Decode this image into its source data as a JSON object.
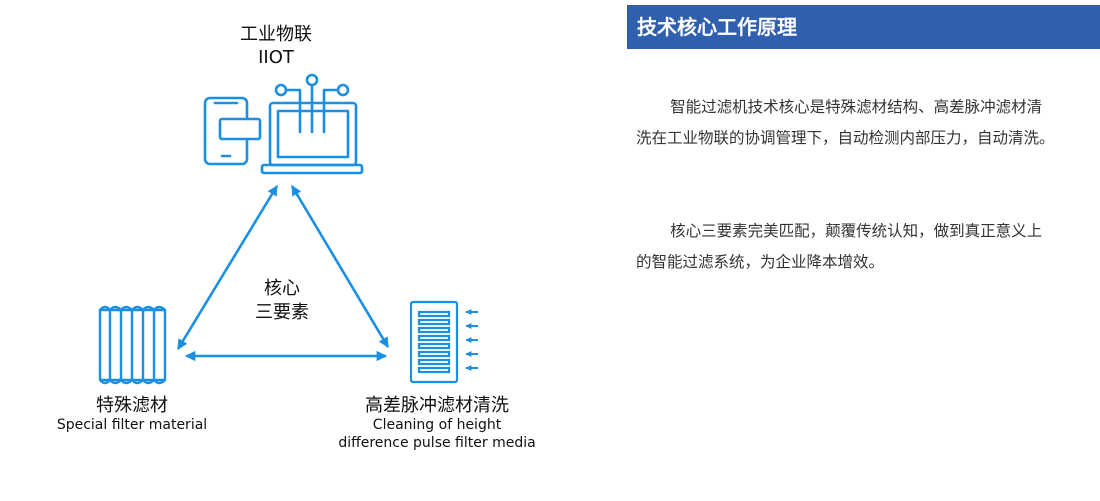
{
  "diagram": {
    "iiot": {
      "label_cn": "工业物联",
      "label_en": "IIOT"
    },
    "filter": {
      "label_cn": "特殊滤材",
      "label_en": "Special filter material"
    },
    "pulse": {
      "label_cn": "高差脉冲滤材清洗",
      "label_en_line1": "Cleaning of height",
      "label_en_line2": "difference pulse filter media"
    },
    "core": {
      "line1": "核心",
      "line2": "三要素"
    }
  },
  "panel": {
    "title": "技术核心工作原理",
    "paragraph1": "智能过滤机技术核心是特殊滤材结构、高差脉冲滤材清洗在工业物联的协调管理下，自动检测内部压力，自动清洗。",
    "paragraph2": "核心三要素完美匹配，颠覆传统认知，做到真正意义上的智能过滤系统，为企业降本增效。"
  },
  "colors": {
    "accent": "#1a8fe3",
    "header_bg": "#2f5fad",
    "header_text": "#ffffff",
    "body_text": "#333333"
  }
}
